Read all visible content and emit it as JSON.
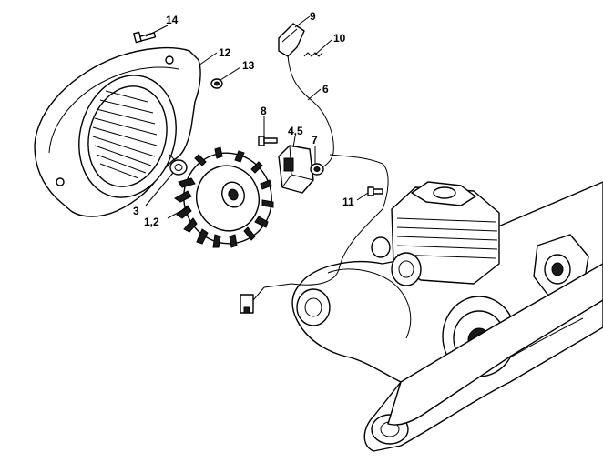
{
  "diagram": {
    "callouts": [
      {
        "id": "14",
        "text": "14"
      },
      {
        "id": "9",
        "text": "9"
      },
      {
        "id": "10",
        "text": "10"
      },
      {
        "id": "12",
        "text": "12"
      },
      {
        "id": "13",
        "text": "13"
      },
      {
        "id": "6",
        "text": "6"
      },
      {
        "id": "8",
        "text": "8"
      },
      {
        "id": "45",
        "text": "4,5"
      },
      {
        "id": "7",
        "text": "7"
      },
      {
        "id": "3",
        "text": "3"
      },
      {
        "id": "12b",
        "text": "1,2"
      },
      {
        "id": "11",
        "text": "11"
      }
    ]
  }
}
